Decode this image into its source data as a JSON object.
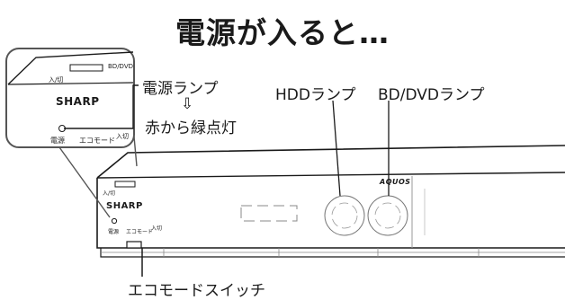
{
  "title": "電源が入ると…",
  "callouts": {
    "power_lamp": "電源ランプ",
    "arrow": "⇩",
    "power_change": "赤から緑点灯",
    "hdd_lamp": "HDDランプ",
    "bd_dvd_lamp": "BD/DVDランプ",
    "eco_switch": "エコモードスイッチ"
  },
  "device": {
    "brand": "SHARP",
    "model": "AQUOS",
    "power_label": "電源",
    "eco_label": "エコモード",
    "eco_marks": "入切",
    "input_label": "入/切",
    "door_label": "BD/DVD"
  },
  "colors": {
    "device_body": "#eeeeee",
    "device_outline": "#1a1a1a",
    "panel_line": "#999999",
    "inset_border": "#555555"
  }
}
